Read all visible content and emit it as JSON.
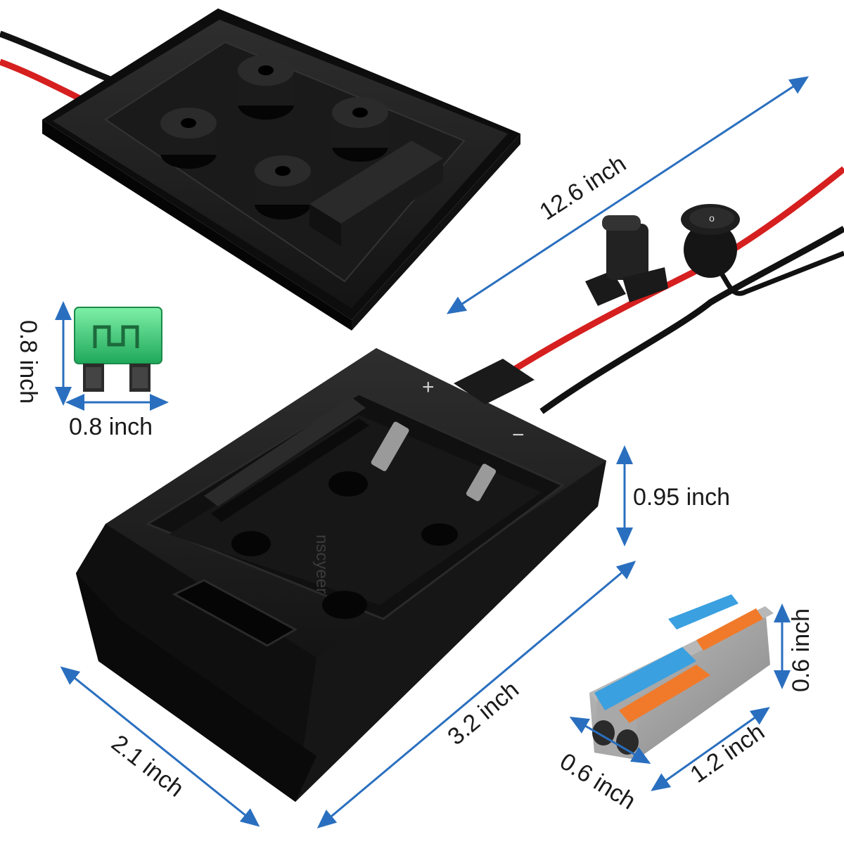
{
  "dimensions": {
    "cable_length": "12.6 inch",
    "fuse_height": "0.8 inch",
    "fuse_width": "0.8 inch",
    "adapter_height": "0.95 inch",
    "adapter_length": "3.2 inch",
    "adapter_width": "2.1 inch",
    "connector_height": "0.6 inch",
    "connector_length": "1.2 inch",
    "connector_width": "0.6 inch"
  },
  "markings": {
    "plus": "+",
    "minus": "−",
    "brand": "nscyeer",
    "switch_symbol": "o"
  },
  "colors": {
    "dimension_arrow": "#2a6fbf",
    "plastic": "#1c1c1c",
    "wire_red": "#d61f1f",
    "wire_black": "#111111",
    "fuse": "#3fd17a",
    "lever_blue": "#3aa0e0",
    "lever_orange": "#f07a2a",
    "connector_gray": "#9a9a9a"
  }
}
